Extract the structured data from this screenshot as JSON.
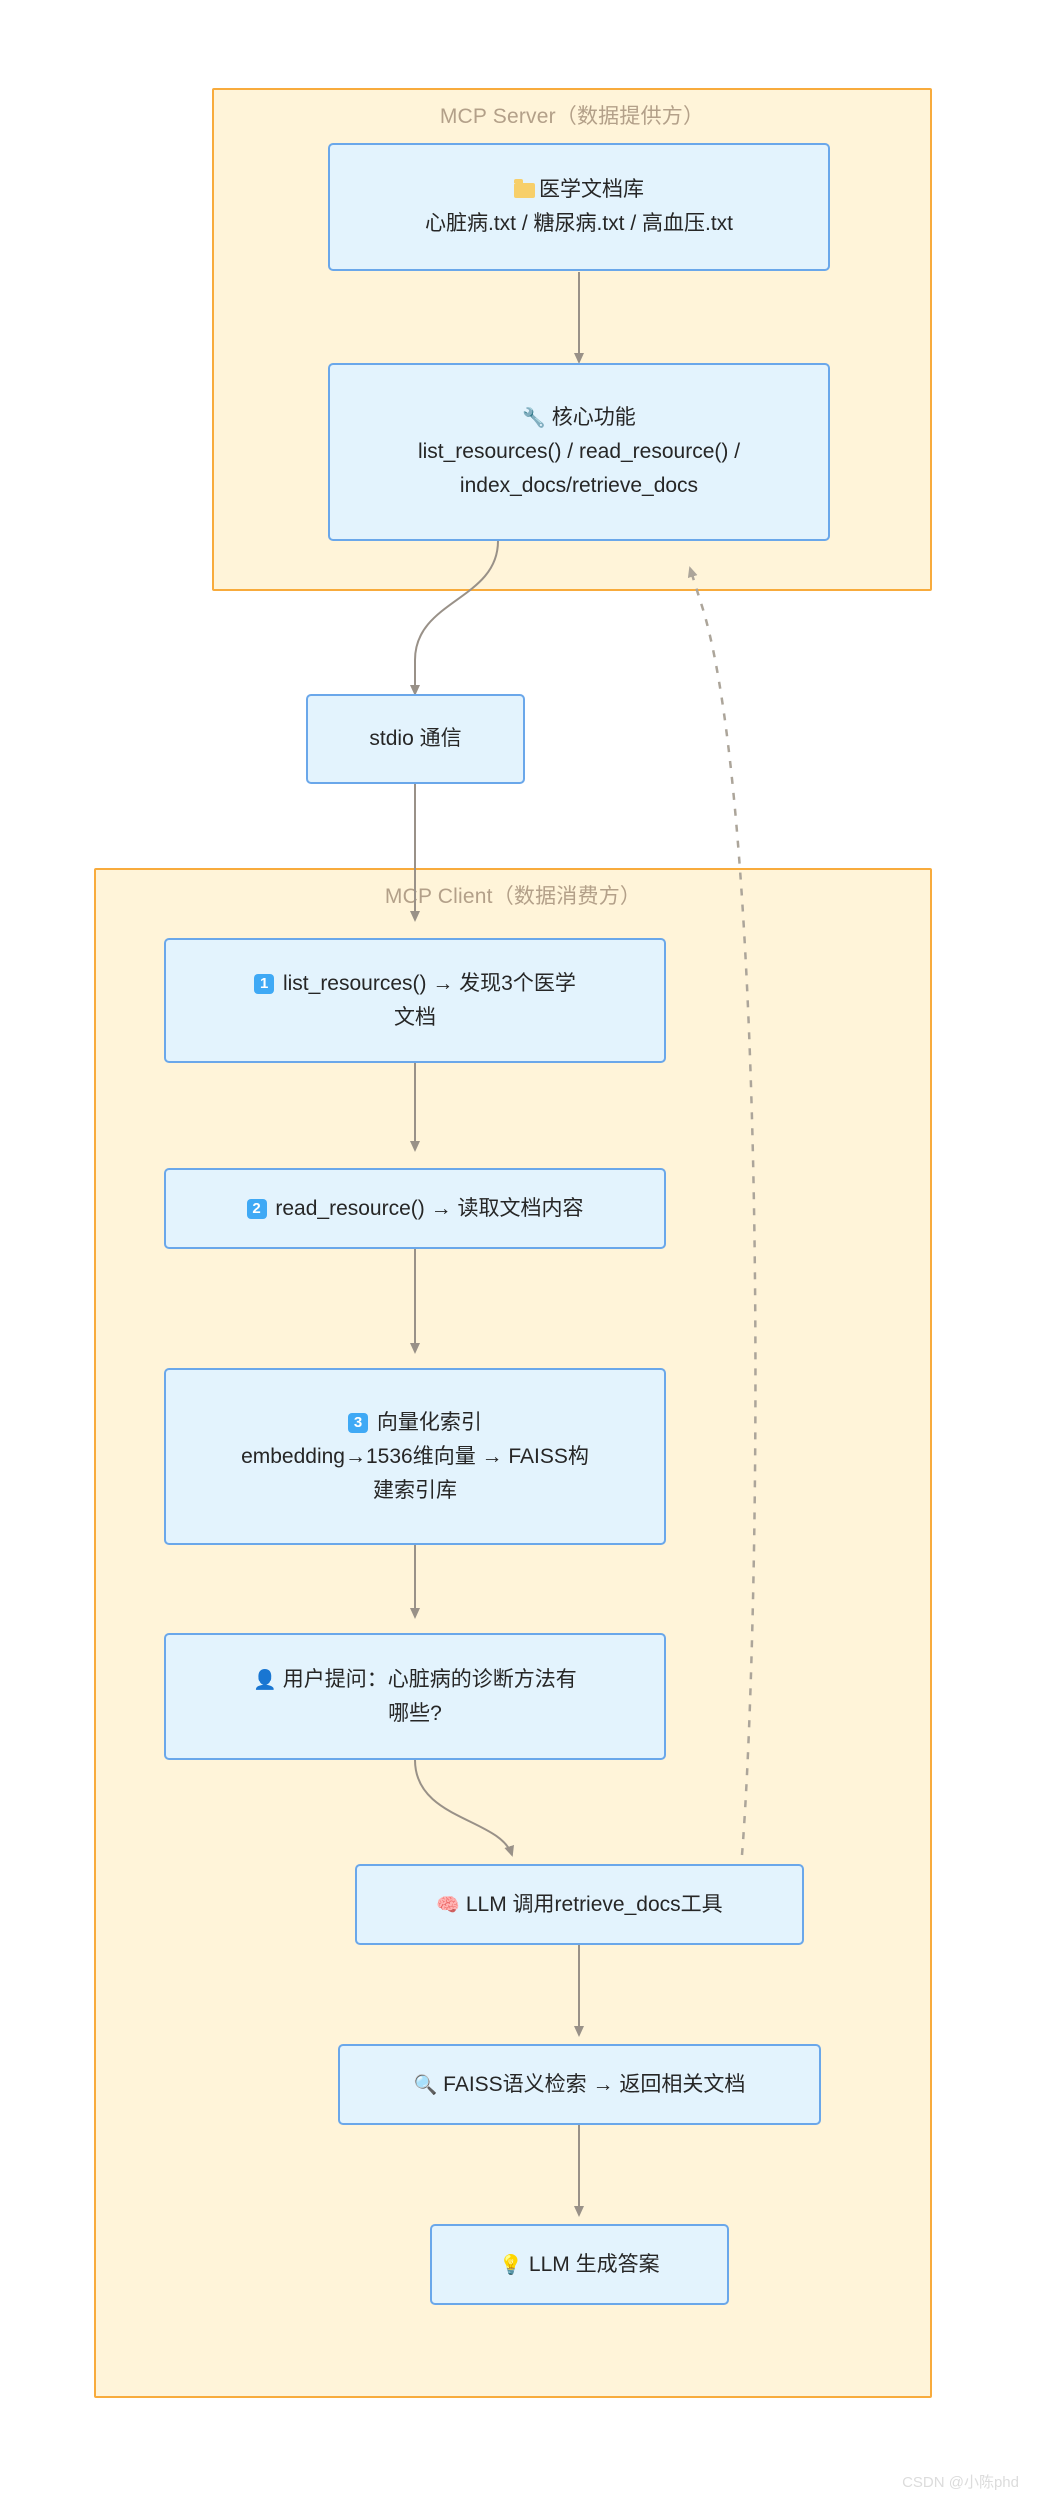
{
  "diagram": {
    "type": "flowchart",
    "direction": "top-to-bottom",
    "subgraphs": [
      {
        "id": "server",
        "title": "MCP Server（数据提供方）"
      },
      {
        "id": "client",
        "title": "MCP Client（数据消费方）"
      }
    ],
    "nodes": {
      "docs": {
        "icon": "folder-icon",
        "line1": "医学文档库",
        "line2": "心脏病.txt / 糖尿病.txt / 高血压.txt"
      },
      "core": {
        "icon": "wrench-icon",
        "icon_glyph": "🔧",
        "line1": "核心功能",
        "line2": "list_resources() / read_resource() /",
        "line3": "index_docs/retrieve_docs"
      },
      "stdio": {
        "line1": "stdio 通信"
      },
      "step1": {
        "number": "1",
        "line1": "list_resources() → 发现3个医学",
        "line2": "文档"
      },
      "step2": {
        "number": "2",
        "line1": "read_resource() → 读取文档内容"
      },
      "step3": {
        "number": "3",
        "line1": "向量化索引",
        "line2": "embedding→1536维向量 → FAISS构",
        "line3": "建索引库"
      },
      "question": {
        "icon": "user-icon",
        "icon_glyph": "👤",
        "line1": "用户提问：心脏病的诊断方法有",
        "line2": "哪些?"
      },
      "llm_tool": {
        "icon": "brain-icon",
        "icon_glyph": "🧠",
        "line1": "LLM 调用retrieve_docs工具"
      },
      "faiss": {
        "icon": "magnifier-icon",
        "icon_glyph": "🔍",
        "line1": "FAISS语义检索 → 返回相关文档"
      },
      "answer": {
        "icon": "lightbulb-icon",
        "icon_glyph": "💡",
        "line1": "LLM 生成答案"
      }
    },
    "edges": [
      {
        "from": "docs",
        "to": "core",
        "style": "solid"
      },
      {
        "from": "core",
        "to": "stdio",
        "style": "solid"
      },
      {
        "from": "stdio",
        "to": "step1",
        "style": "solid"
      },
      {
        "from": "step1",
        "to": "step2",
        "style": "solid"
      },
      {
        "from": "step2",
        "to": "step3",
        "style": "solid"
      },
      {
        "from": "step3",
        "to": "question",
        "style": "solid"
      },
      {
        "from": "question",
        "to": "llm_tool",
        "style": "solid"
      },
      {
        "from": "llm_tool",
        "to": "core",
        "style": "dashed"
      },
      {
        "from": "llm_tool",
        "to": "faiss",
        "style": "solid"
      },
      {
        "from": "faiss",
        "to": "answer",
        "style": "solid"
      }
    ],
    "colors": {
      "subgraph_fill": "#FFF4D9",
      "subgraph_border": "#F8AB3C",
      "node_fill": "#E3F3FD",
      "node_border": "#6AA7EA",
      "edge": "#999188",
      "title_text": "#B3A089",
      "node_text": "#262626"
    }
  },
  "watermark": "CSDN @小陈phd"
}
